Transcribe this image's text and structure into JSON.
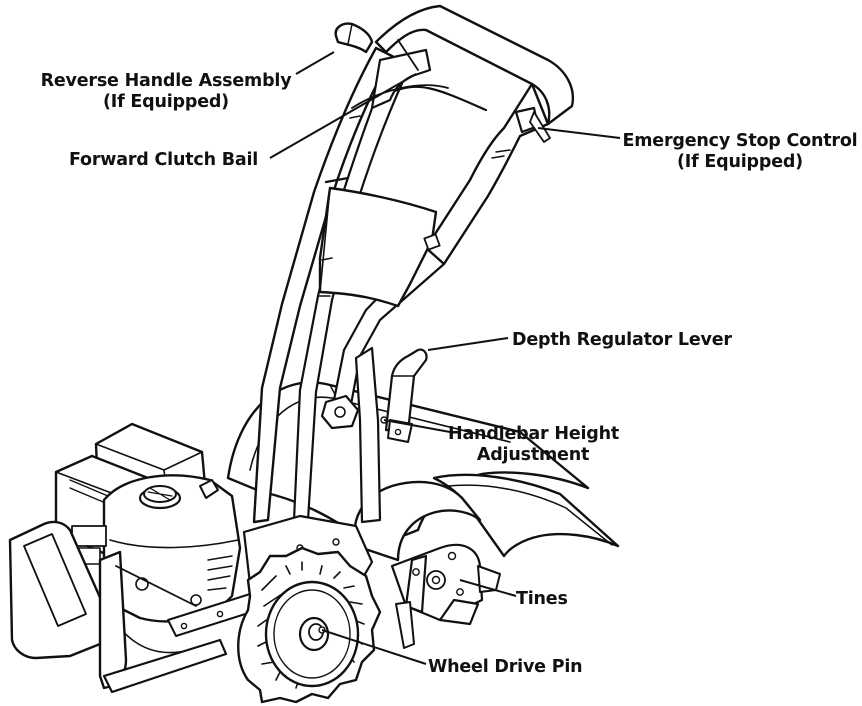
{
  "labels": {
    "reverse_handle": {
      "line1": "Reverse Handle Assembly",
      "line2": "(If Equipped)"
    },
    "forward_clutch": {
      "line1": "Forward Clutch Bail"
    },
    "emergency_stop": {
      "line1": "Emergency Stop Control",
      "line2": "(If Equipped)"
    },
    "depth_regulator": {
      "line1": "Depth Regulator Lever"
    },
    "handlebar_height": {
      "line1": "Handlebar Height",
      "line2": "Adjustment"
    },
    "tines": {
      "line1": "Tines"
    },
    "wheel_drive_pin": {
      "line1": "Wheel Drive Pin"
    }
  },
  "colors": {
    "ink": "#111111",
    "paper": "#ffffff"
  }
}
